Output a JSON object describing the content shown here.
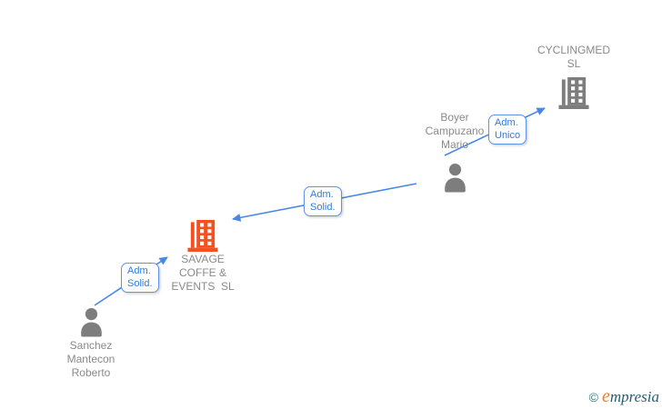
{
  "colors": {
    "edge_blue": "#4a86e8",
    "edge_label_border": "#5b93f0",
    "edge_label_text": "#2d7ce5",
    "company_default_gray": "#7d7d7d",
    "company_highlight_orange": "#f4511e",
    "person_gray": "#7d7d7d",
    "node_text_gray": "#8a8a8a",
    "brand_orange": "#ef7d23",
    "brand_teal": "#215e74"
  },
  "nodes": {
    "cyclingmed": {
      "type": "company",
      "lines": [
        "CYCLINGMED",
        "SL"
      ]
    },
    "boyer": {
      "type": "person",
      "lines": [
        "Boyer",
        "Campuzano",
        "Mario"
      ]
    },
    "savage": {
      "type": "company",
      "lines": [
        "SAVAGE",
        "COFFE &",
        "EVENTS  SL"
      ]
    },
    "sanchez": {
      "type": "person",
      "lines": [
        "Sanchez",
        "Mantecon",
        "Roberto"
      ]
    }
  },
  "edge_labels": {
    "boyer_cyclingmed": {
      "from": "Boyer Campuzano Mario",
      "to": "CYCLINGMED SL",
      "lines": [
        "Adm.",
        "Unico"
      ]
    },
    "boyer_savage": {
      "from": "Boyer Campuzano Mario",
      "to": "SAVAGE COFFE & EVENTS SL",
      "lines": [
        "Adm.",
        "Solid."
      ]
    },
    "sanchez_savage": {
      "from": "Sanchez Mantecon Roberto",
      "to": "SAVAGE COFFE & EVENTS SL",
      "lines": [
        "Adm.",
        "Solid."
      ]
    }
  },
  "watermark": {
    "copyright": "©",
    "brand_initial": "e",
    "brand_rest": "mpresia"
  }
}
